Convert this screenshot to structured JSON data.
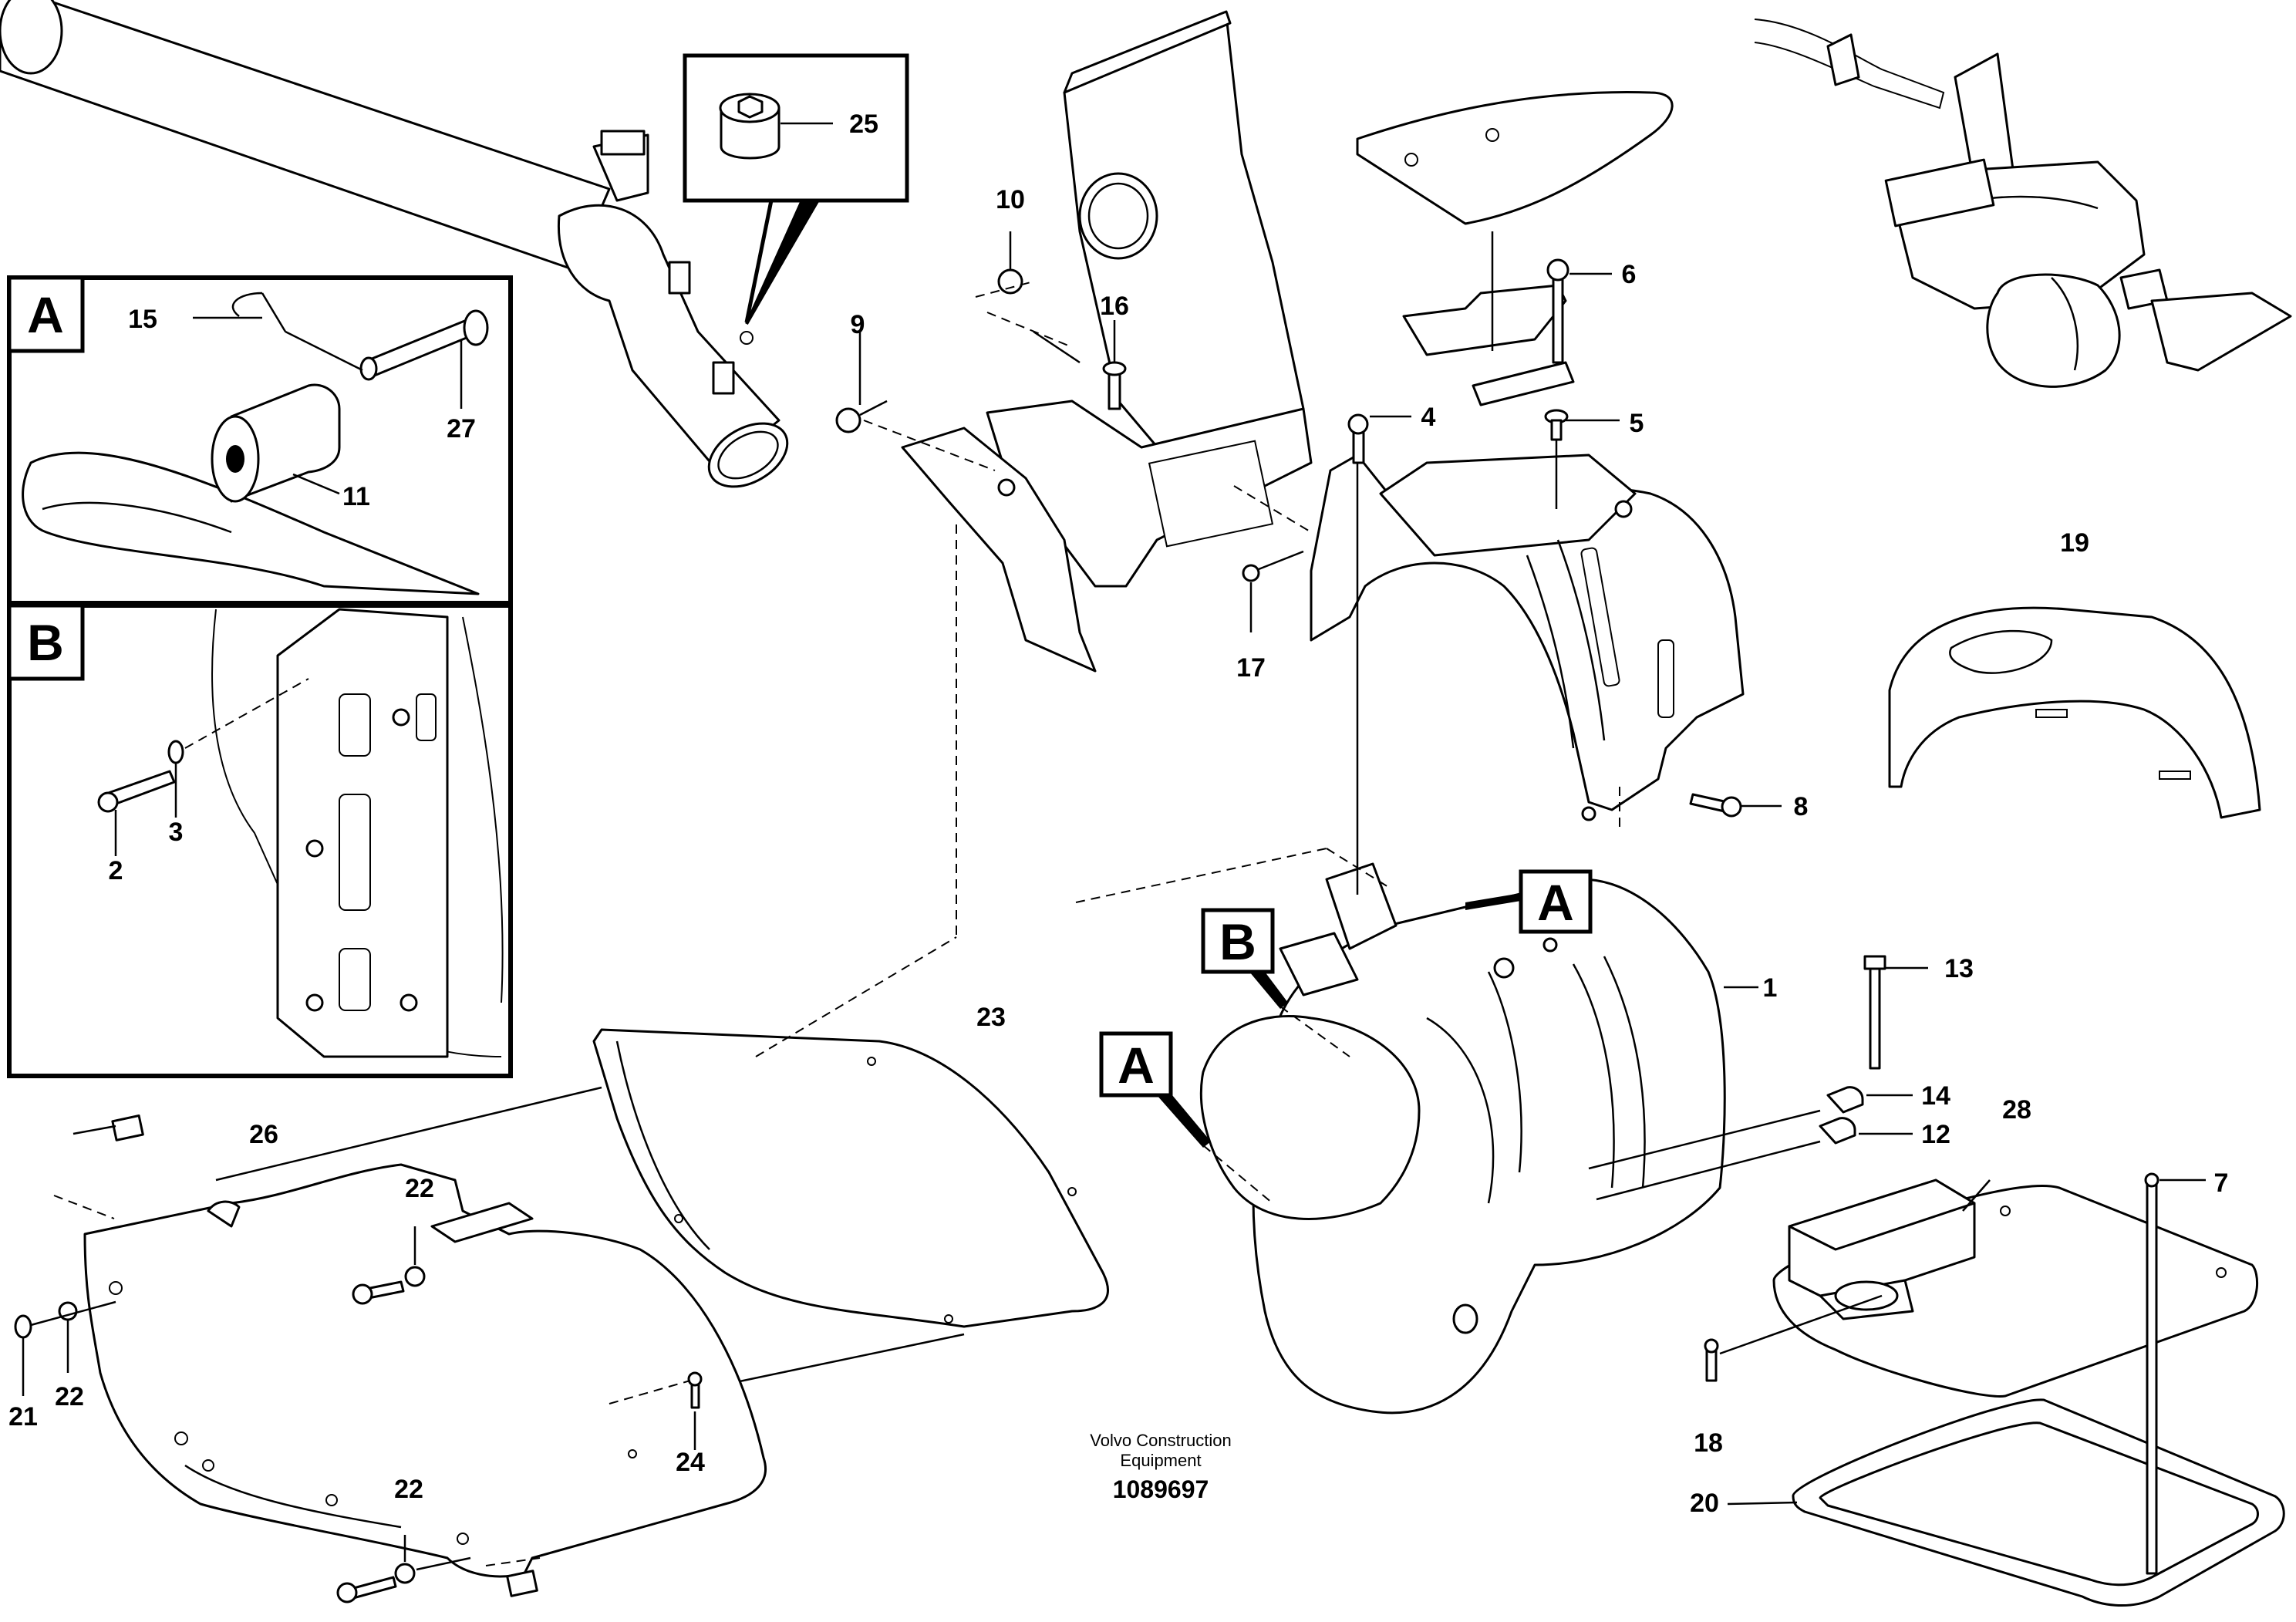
{
  "part_labels": {
    "p1": "1",
    "p2": "2",
    "p3": "3",
    "p4": "4",
    "p5": "5",
    "p6": "6",
    "p7": "7",
    "p8": "8",
    "p9": "9",
    "p10": "10",
    "p11": "11",
    "p12": "12",
    "p13": "13",
    "p14": "14",
    "p15": "15",
    "p16": "16",
    "p17": "17",
    "p18": "18",
    "p19": "19",
    "p20": "20",
    "p21": "21",
    "p22a": "22",
    "p22b": "22",
    "p22c": "22",
    "p23": "23",
    "p24": "24",
    "p25": "25",
    "p26": "26",
    "p27": "27",
    "p28": "28"
  },
  "detail_views": {
    "inset_a": "A",
    "inset_b": "B",
    "callout_a_top": "A",
    "callout_b": "B",
    "callout_a_left": "A"
  },
  "caption": {
    "line1": "Volvo Construction",
    "line2": "Equipment",
    "drawing_number": "1089697"
  }
}
